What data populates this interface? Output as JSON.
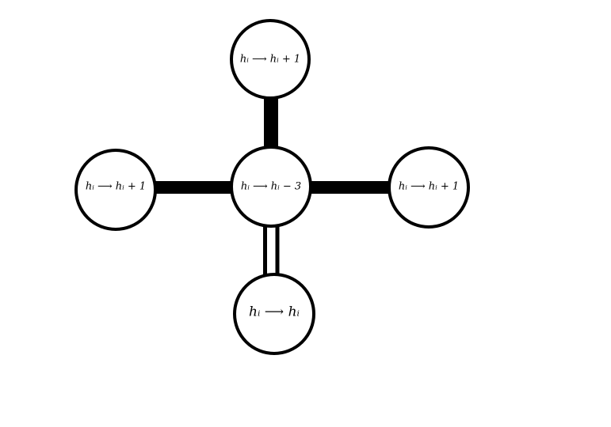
{
  "nodes": {
    "top": {
      "label": "hᵢ ⟶ hᵢ + 1"
    },
    "left": {
      "label": "hᵢ ⟶ hᵢ + 1"
    },
    "center": {
      "label": "hᵢ ⟶ hᵢ − 3"
    },
    "right": {
      "label": "hᵢ ⟶ hᵢ + 1"
    },
    "bottom": {
      "label": "hᵢ ⟶ hᵢ"
    }
  },
  "colors": {
    "stroke": "#000000",
    "fill": "#ffffff"
  }
}
